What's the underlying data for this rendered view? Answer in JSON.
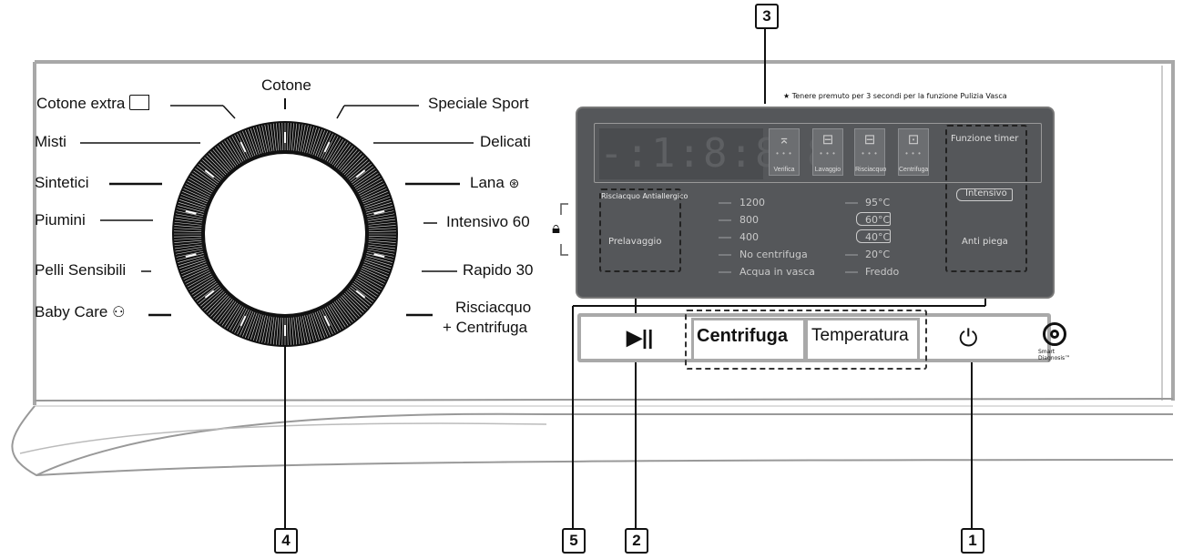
{
  "note": "★ Tenere premuto per 3 secondi per la funzione Pulizia Vasca",
  "programs_left": [
    "Cotone extra",
    "Misti",
    "Sintetici",
    "Piumini",
    "Pelli Sensibili",
    "Baby Care"
  ],
  "program_top": "Cotone",
  "programs_right": [
    "Speciale Sport",
    "Delicati",
    "Lana",
    "Intensivo 60",
    "Rapido 30",
    "Risciacquo",
    "+ Centrifuga"
  ],
  "display": {
    "digits": "-:1:8:8:8",
    "icons": [
      "Verifica",
      "Lavaggio",
      "Risciacquo",
      "Centrifuga"
    ],
    "funzione_timer": "Funzione timer",
    "intensivo": "Intensivo",
    "anti_piega": "Anti piega",
    "risciacquo_antiallergico": "Risciacquo Antiallergico",
    "prelavaggio": "Prelavaggio"
  },
  "spin_options": [
    "1200",
    "800",
    "400",
    "No centrifuga",
    "Acqua in vasca"
  ],
  "temp_options": [
    "95°C",
    "60°C",
    "40°C",
    "20°C",
    "Freddo"
  ],
  "buttons": {
    "centrifuga": "Centrifuga",
    "temperatura": "Temperatura",
    "play_pause": "▶||",
    "power": "⏻"
  },
  "smart_diagnosis": "Smart Diagnosis™",
  "callouts": [
    "3",
    "4",
    "5",
    "2",
    "1"
  ]
}
